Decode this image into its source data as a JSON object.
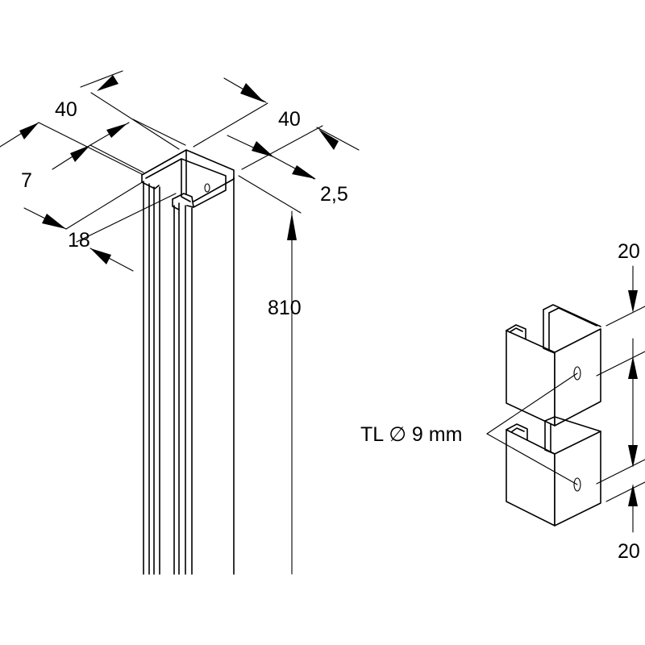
{
  "diagram": {
    "post": {
      "width_label": "40",
      "depth_label": "40",
      "flange_label": "7",
      "slot_label": "18",
      "thickness_label": "2,5",
      "height_label": "810"
    },
    "detail": {
      "top_hole_offset_label": "20",
      "bottom_hole_offset_label": "20",
      "hole_label": "TL ∅ 9 mm"
    }
  }
}
